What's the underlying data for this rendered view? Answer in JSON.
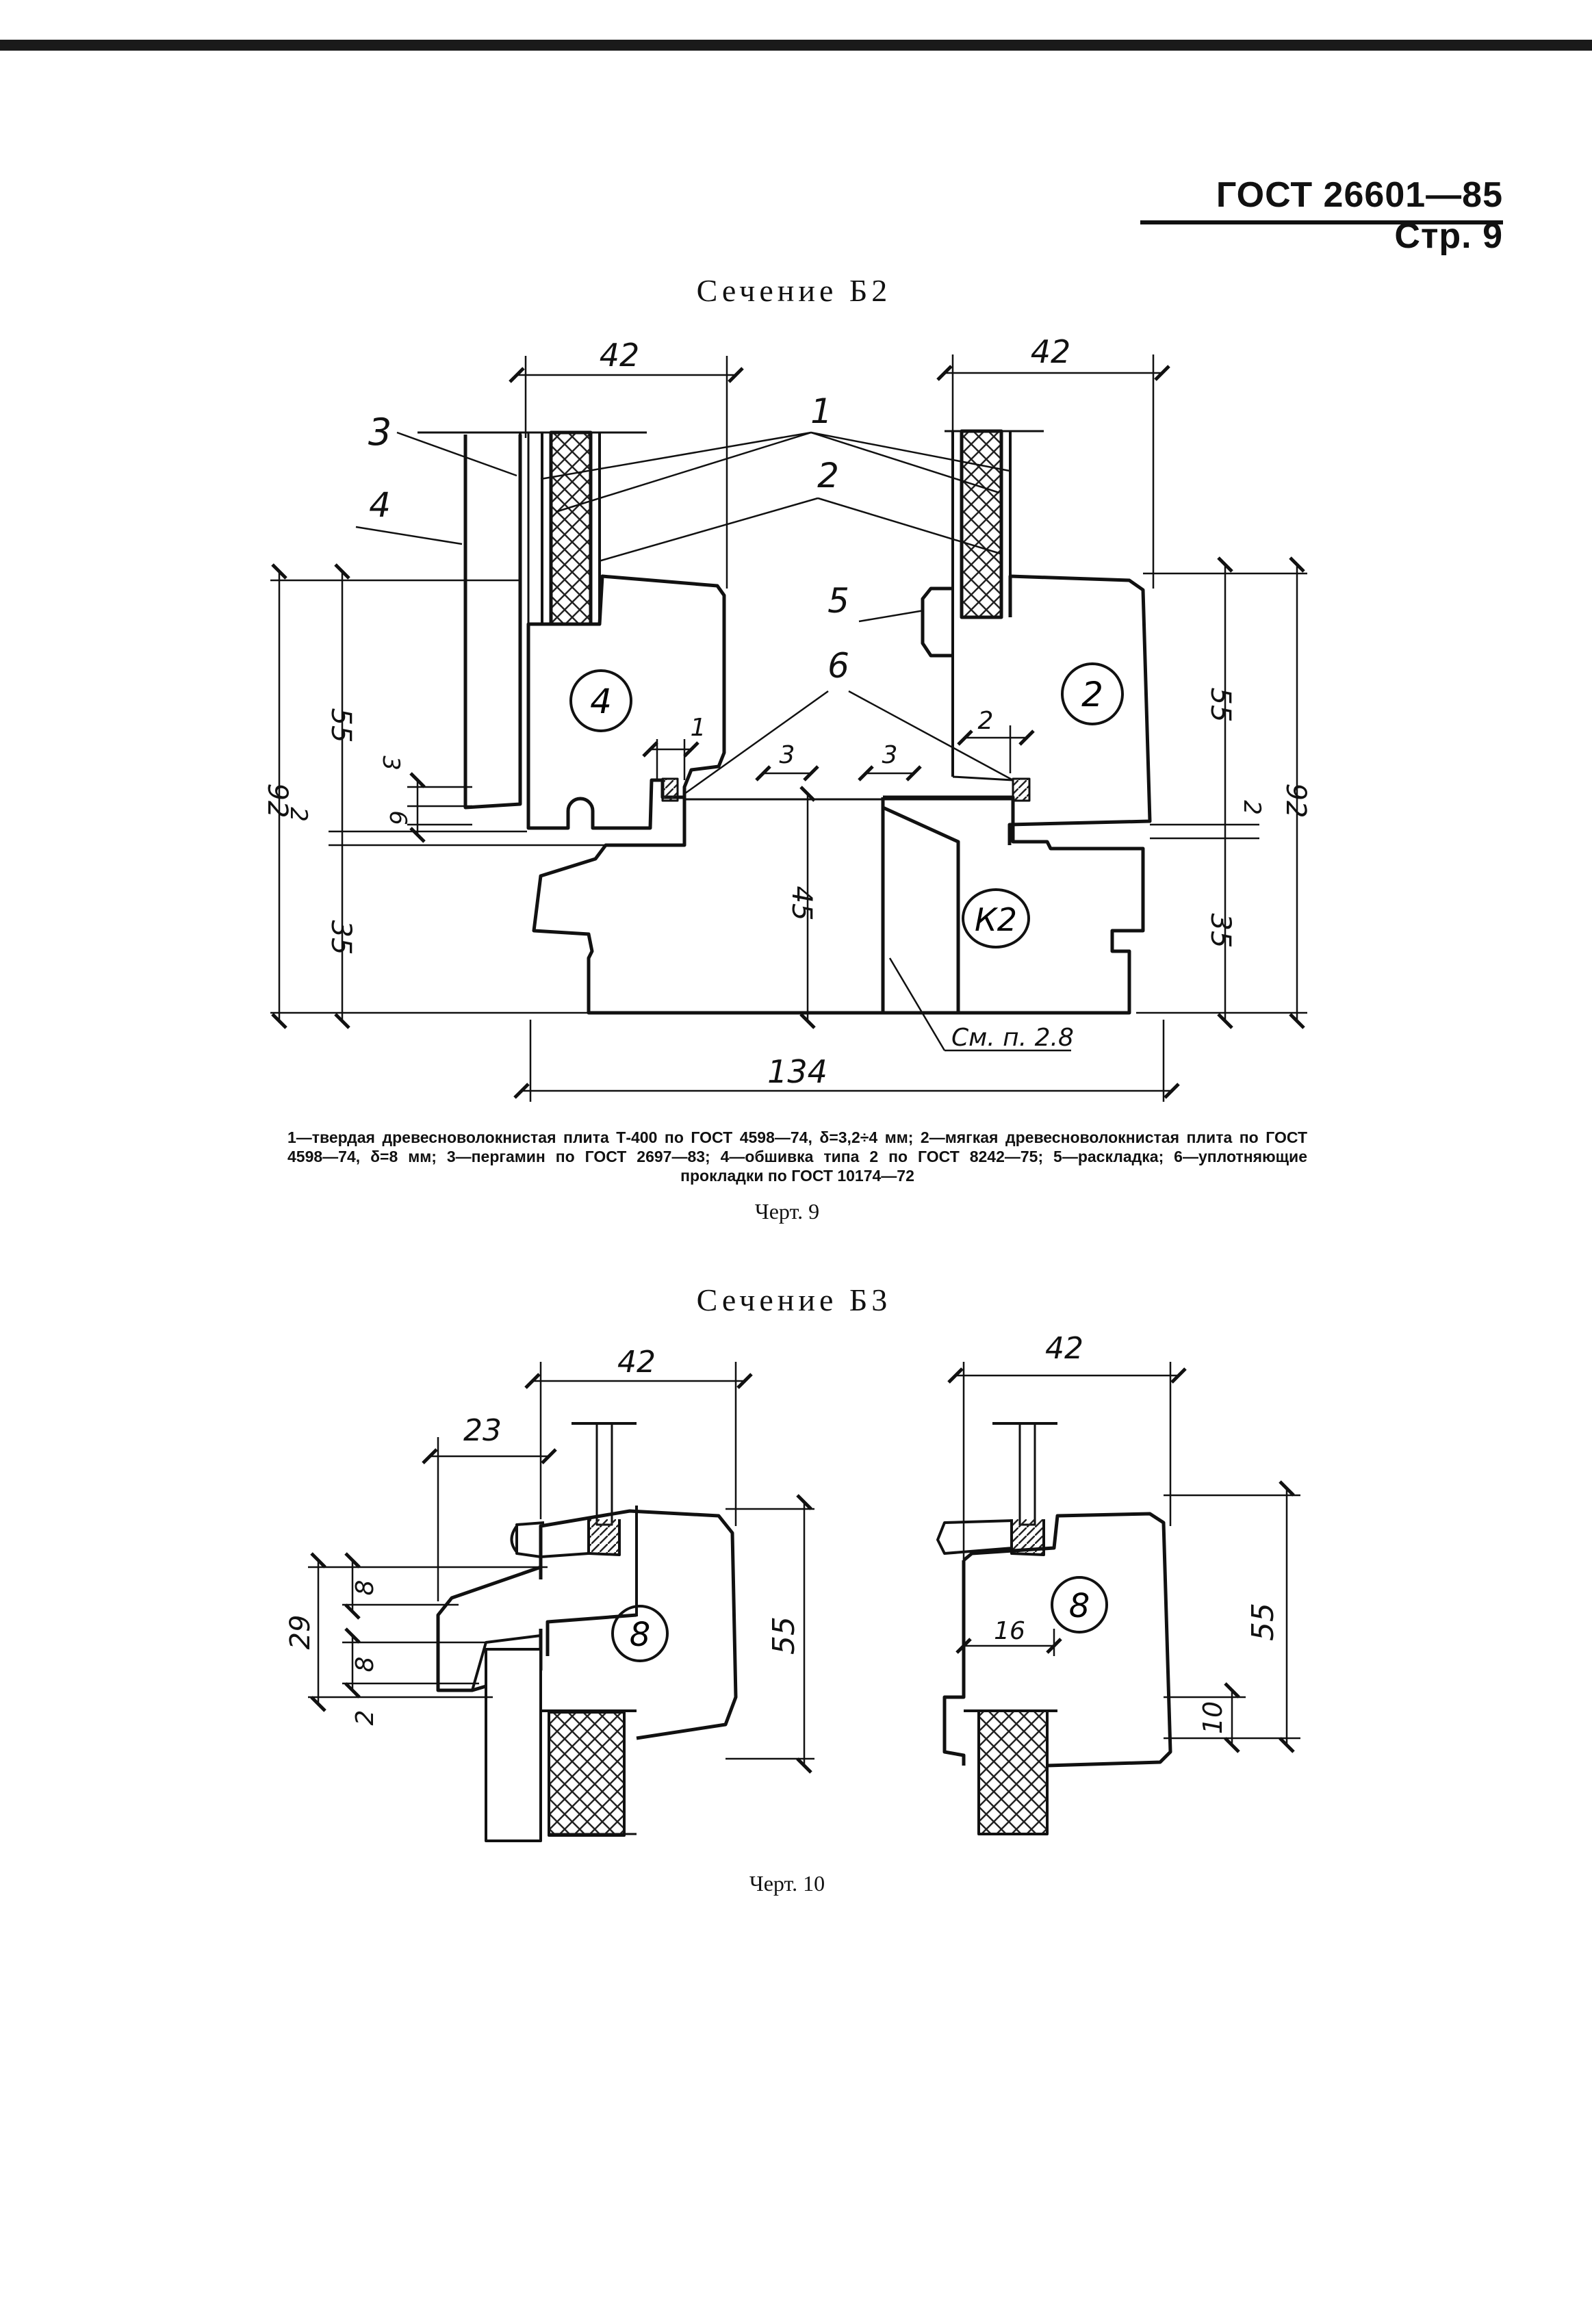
{
  "header": {
    "text": "ГОСТ 26601—85   Стр. 9"
  },
  "section1": {
    "title": "Сечение Б2",
    "caption": "Черт. 9",
    "legend": "1—твердая древесноволокнистая плита Т-400 по ГОСТ 4598—74, δ=3,2÷4 мм; 2—мягкая древесноволокнистая плита по ГОСТ 4598—74, δ=8 мм; 3—пергамин по ГОСТ 2697—83; 4—обшивка типа 2 по ГОСТ 8242—75; 5—раскладка; 6—уплотняющие прокладки по ГОСТ 10174—72",
    "callouts": {
      "c1": "1",
      "c2": "2",
      "c3": "3",
      "c4": "4",
      "c5": "5",
      "c6": "6"
    },
    "circles": {
      "left": "4",
      "right": "2",
      "bottom": "К2"
    },
    "dims": {
      "w_left": "42",
      "w_right": "42",
      "total": "134",
      "h92_left": "92",
      "h55_left": "55",
      "h35_left": "35",
      "d3_left": "3",
      "d6_left": "6",
      "d2_left": "2",
      "d1": "1",
      "d3_mid1": "3",
      "d3_mid2": "3",
      "h45": "45",
      "d2_mid": "2",
      "h55_right": "55",
      "h92_right": "92",
      "h35_right": "35",
      "d2_right": "2"
    },
    "note": "См. п. 2.8"
  },
  "section2": {
    "title": "Сечение Б3",
    "caption": "Черт. 10",
    "circles": {
      "left": "8",
      "right": "8"
    },
    "dims": {
      "w_left": "42",
      "d23": "23",
      "h55_left": "55",
      "h29": "29",
      "d8a": "8",
      "d8b": "8",
      "d2": "2",
      "w_right": "42",
      "d16": "16",
      "h55_right": "55",
      "h10": "10"
    }
  }
}
